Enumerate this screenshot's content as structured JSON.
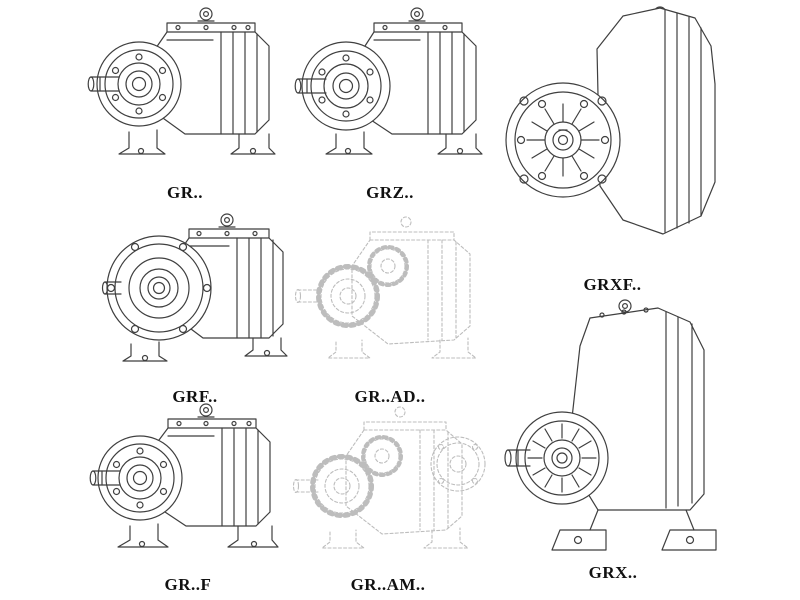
{
  "colors": {
    "line": "#3f3f3f",
    "ghost_line": "#bdbdbd",
    "label_text": "#111111",
    "background": "#ffffff"
  },
  "figures": [
    {
      "id": "gr",
      "label": "GR.."
    },
    {
      "id": "grz",
      "label": "GRZ.."
    },
    {
      "id": "grxf",
      "label": "GRXF.."
    },
    {
      "id": "grf",
      "label": "GRF.."
    },
    {
      "id": "gr-ad",
      "label": "GR..AD.."
    },
    {
      "id": "grx",
      "label": "GRX.."
    },
    {
      "id": "gr-f",
      "label": "GR..F"
    },
    {
      "id": "gr-am",
      "label": "GR..AM.."
    }
  ]
}
